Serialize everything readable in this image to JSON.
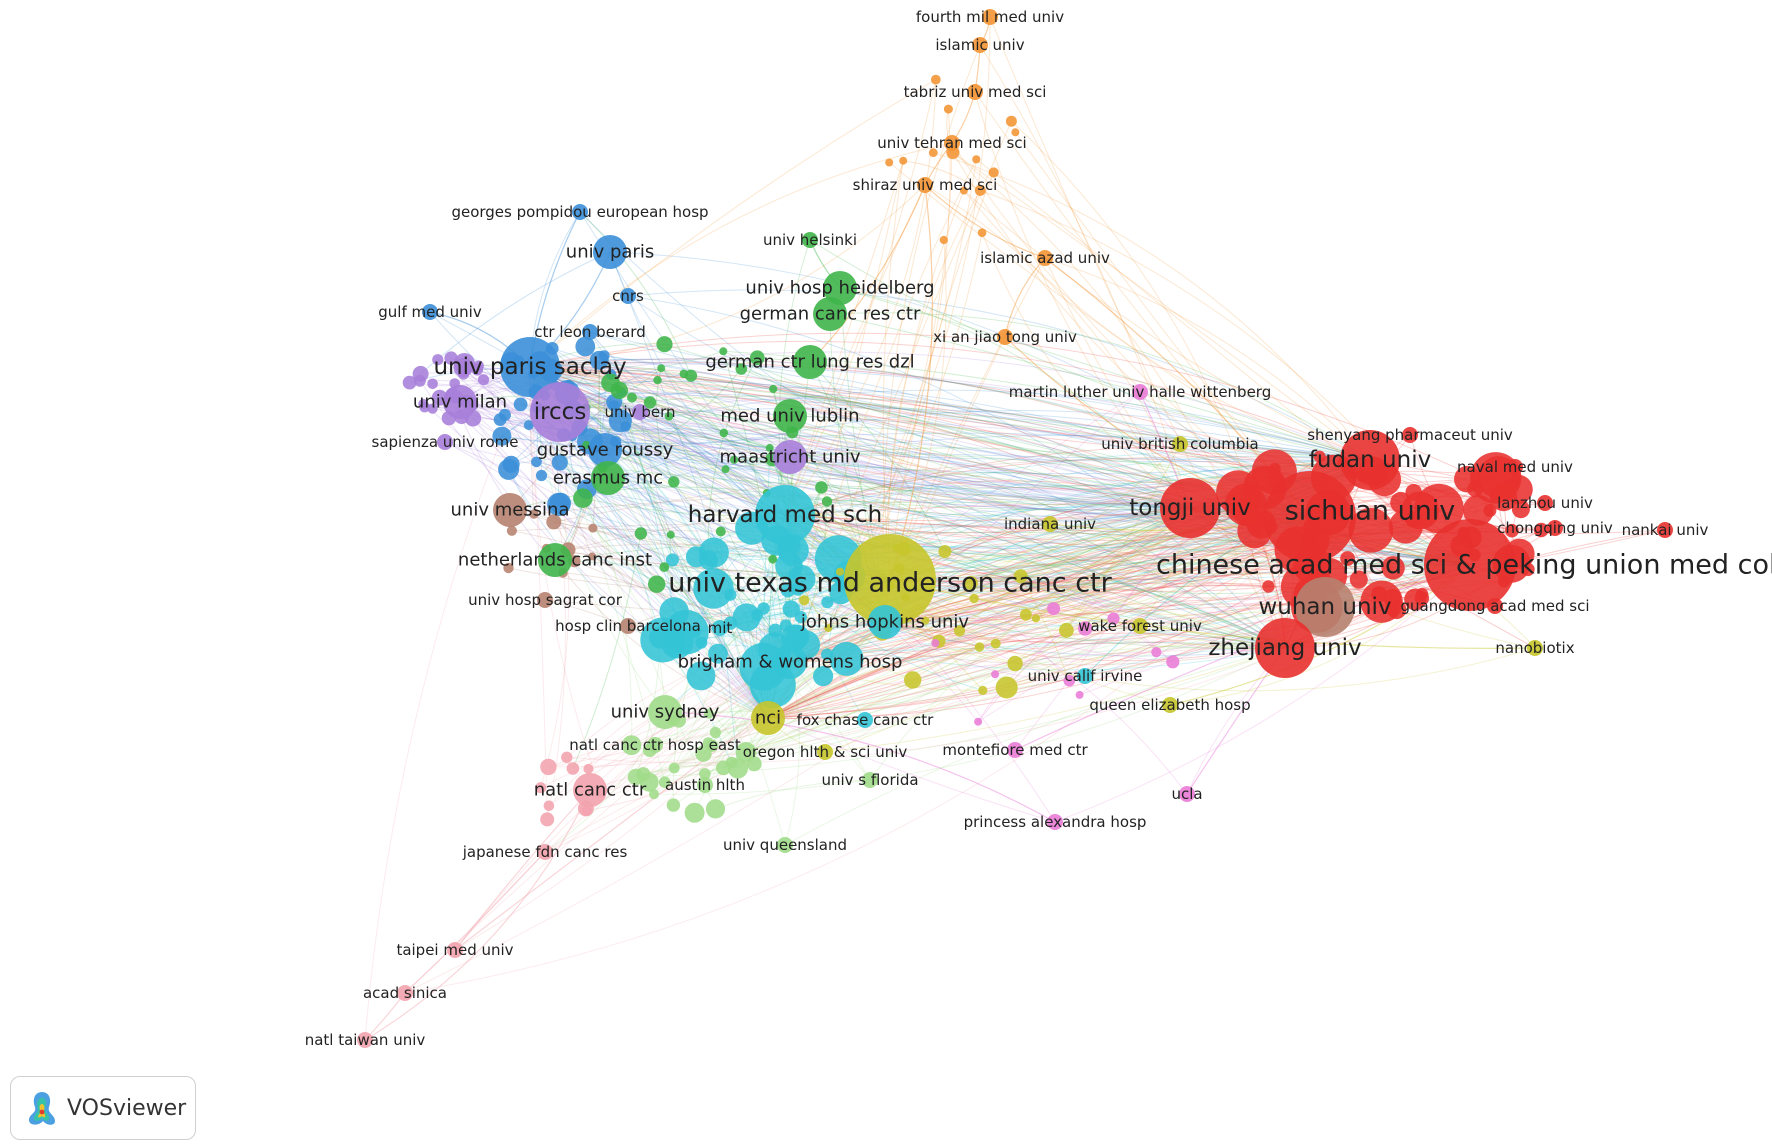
{
  "app": {
    "name": "VOSviewer"
  },
  "colors": {
    "red": "#e8312f",
    "orange": "#f39433",
    "green": "#3fb54a",
    "blue": "#3b8fd8",
    "purple": "#a77ed9",
    "cyan": "#33c4d6",
    "yellow": "#c7c52b",
    "brown": "#b68270",
    "pink": "#e97bd6",
    "lightpink": "#f2a3ad",
    "lightgreen": "#a0dc8a"
  },
  "nodes": [
    {
      "id": "mdanderson",
      "label": "univ texas md anderson canc ctr",
      "c": "yellow",
      "s": "xl"
    },
    {
      "id": "harvard",
      "label": "harvard med sch",
      "c": "cyan",
      "s": "l"
    },
    {
      "id": "jhu",
      "label": "johns hopkins univ",
      "c": "cyan",
      "s": "m"
    },
    {
      "id": "brigham",
      "label": "brigham & womens hosp",
      "c": "cyan",
      "s": "m"
    },
    {
      "id": "mit",
      "label": "mit",
      "c": "cyan",
      "s": "s"
    },
    {
      "id": "nci",
      "label": "nci",
      "c": "yellow",
      "s": "m"
    },
    {
      "id": "foxchase",
      "label": "fox chase canc ctr",
      "c": "cyan",
      "s": "s"
    },
    {
      "id": "oregon",
      "label": "oregon hlth & sci univ",
      "c": "yellow",
      "s": "s"
    },
    {
      "id": "sydney",
      "label": "univ sydney",
      "c": "lightgreen",
      "s": "m"
    },
    {
      "id": "natlcanceast",
      "label": "natl canc ctr hosp east",
      "c": "lightgreen",
      "s": "s"
    },
    {
      "id": "austin",
      "label": "austin hlth",
      "c": "lightgreen",
      "s": "s"
    },
    {
      "id": "queensland",
      "label": "univ queensland",
      "c": "lightgreen",
      "s": "s"
    },
    {
      "id": "usf",
      "label": "univ s florida",
      "c": "lightgreen",
      "s": "s"
    },
    {
      "id": "natlcanc",
      "label": "natl canc ctr",
      "c": "lightpink",
      "s": "m"
    },
    {
      "id": "japanfdn",
      "label": "japanese fdn canc res",
      "c": "lightpink",
      "s": "s"
    },
    {
      "id": "taipei",
      "label": "taipei med univ",
      "c": "lightpink",
      "s": "s"
    },
    {
      "id": "acadsinica",
      "label": "acad sinica",
      "c": "lightpink",
      "s": "s"
    },
    {
      "id": "ntu",
      "label": "natl taiwan univ",
      "c": "lightpink",
      "s": "s"
    },
    {
      "id": "parissaclay",
      "label": "univ paris saclay",
      "c": "blue",
      "s": "l"
    },
    {
      "id": "paris",
      "label": "univ paris",
      "c": "blue",
      "s": "m"
    },
    {
      "id": "cnrs",
      "label": "cnrs",
      "c": "blue",
      "s": "s"
    },
    {
      "id": "gulf",
      "label": "gulf med univ",
      "c": "blue",
      "s": "s"
    },
    {
      "id": "leonberard",
      "label": "ctr leon berard",
      "c": "blue",
      "s": "s"
    },
    {
      "id": "pompidou",
      "label": "georges pompidou european hosp",
      "c": "blue",
      "s": "s"
    },
    {
      "id": "milan",
      "label": "univ milan",
      "c": "purple",
      "s": "m"
    },
    {
      "id": "irccs",
      "label": "irccs",
      "c": "purple",
      "s": "l"
    },
    {
      "id": "bern",
      "label": "univ bern",
      "c": "purple",
      "s": "s"
    },
    {
      "id": "sapienza",
      "label": "sapienza univ rome",
      "c": "purple",
      "s": "s"
    },
    {
      "id": "gustave",
      "label": "gustave roussy",
      "c": "blue",
      "s": "m"
    },
    {
      "id": "erasmus",
      "label": "erasmus mc",
      "c": "green",
      "s": "m"
    },
    {
      "id": "messina",
      "label": "univ messina",
      "c": "brown",
      "s": "m"
    },
    {
      "id": "nki",
      "label": "netherlands canc inst",
      "c": "green",
      "s": "m"
    },
    {
      "id": "sagrat",
      "label": "univ hosp sagrat cor",
      "c": "brown",
      "s": "s"
    },
    {
      "id": "barcelona",
      "label": "hosp clin barcelona",
      "c": "brown",
      "s": "s"
    },
    {
      "id": "helsinki",
      "label": "univ helsinki",
      "c": "green",
      "s": "s"
    },
    {
      "id": "heidelberg",
      "label": "univ hosp heidelberg",
      "c": "green",
      "s": "m"
    },
    {
      "id": "dkfz",
      "label": "german canc res ctr",
      "c": "green",
      "s": "m"
    },
    {
      "id": "dzl",
      "label": "german ctr lung res dzl",
      "c": "green",
      "s": "m"
    },
    {
      "id": "lublin",
      "label": "med univ lublin",
      "c": "green",
      "s": "m"
    },
    {
      "id": "maastricht",
      "label": "maastricht univ",
      "c": "purple",
      "s": "m"
    },
    {
      "id": "fourthmil",
      "label": "fourth mil med univ",
      "c": "orange",
      "s": "s"
    },
    {
      "id": "islamic",
      "label": "islamic univ",
      "c": "orange",
      "s": "s"
    },
    {
      "id": "tabriz",
      "label": "tabriz univ med sci",
      "c": "orange",
      "s": "s"
    },
    {
      "id": "tehran",
      "label": "univ tehran med sci",
      "c": "orange",
      "s": "s"
    },
    {
      "id": "shiraz",
      "label": "shiraz univ med sci",
      "c": "orange",
      "s": "s"
    },
    {
      "id": "azad",
      "label": "islamic azad univ",
      "c": "orange",
      "s": "s"
    },
    {
      "id": "xjtu",
      "label": "xi an jiao tong univ",
      "c": "orange",
      "s": "s"
    },
    {
      "id": "halle",
      "label": "martin luther univ halle wittenberg",
      "c": "pink",
      "s": "s"
    },
    {
      "id": "ubc",
      "label": "univ british columbia",
      "c": "yellow",
      "s": "s"
    },
    {
      "id": "fudan",
      "label": "fudan univ",
      "c": "red",
      "s": "l"
    },
    {
      "id": "tongji",
      "label": "tongji univ",
      "c": "red",
      "s": "l"
    },
    {
      "id": "sichuan",
      "label": "sichuan univ",
      "c": "red",
      "s": "xl"
    },
    {
      "id": "cams",
      "label": "chinese acad med sci & peking union med coll",
      "c": "red",
      "s": "xl"
    },
    {
      "id": "wuhan",
      "label": "wuhan univ",
      "c": "brown",
      "s": "l"
    },
    {
      "id": "zhejiang",
      "label": "zhejiang univ",
      "c": "red",
      "s": "l"
    },
    {
      "id": "shenyang",
      "label": "shenyang pharmaceut univ",
      "c": "red",
      "s": "s"
    },
    {
      "id": "naval",
      "label": "naval med univ",
      "c": "red",
      "s": "s"
    },
    {
      "id": "lanzhou",
      "label": "lanzhou univ",
      "c": "red",
      "s": "s"
    },
    {
      "id": "chongqing",
      "label": "chongqing univ",
      "c": "red",
      "s": "s"
    },
    {
      "id": "nankai",
      "label": "nankai univ",
      "c": "red",
      "s": "s"
    },
    {
      "id": "guangdong",
      "label": "guangdong acad med sci",
      "c": "red",
      "s": "s"
    },
    {
      "id": "nanobiotix",
      "label": "nanobiotix",
      "c": "yellow",
      "s": "s"
    },
    {
      "id": "indiana",
      "label": "indiana univ",
      "c": "yellow",
      "s": "s"
    },
    {
      "id": "wakeforest",
      "label": "wake forest univ",
      "c": "yellow",
      "s": "s"
    },
    {
      "id": "irvine",
      "label": "univ calif irvine",
      "c": "cyan",
      "s": "s"
    },
    {
      "id": "qeh",
      "label": "queen elizabeth hosp",
      "c": "yellow",
      "s": "s"
    },
    {
      "id": "montefiore",
      "label": "montefiore med ctr",
      "c": "pink",
      "s": "s"
    },
    {
      "id": "ucla",
      "label": "ucla",
      "c": "pink",
      "s": "s"
    },
    {
      "id": "princessalex",
      "label": "princess alexandra hosp",
      "c": "pink",
      "s": "s"
    }
  ]
}
